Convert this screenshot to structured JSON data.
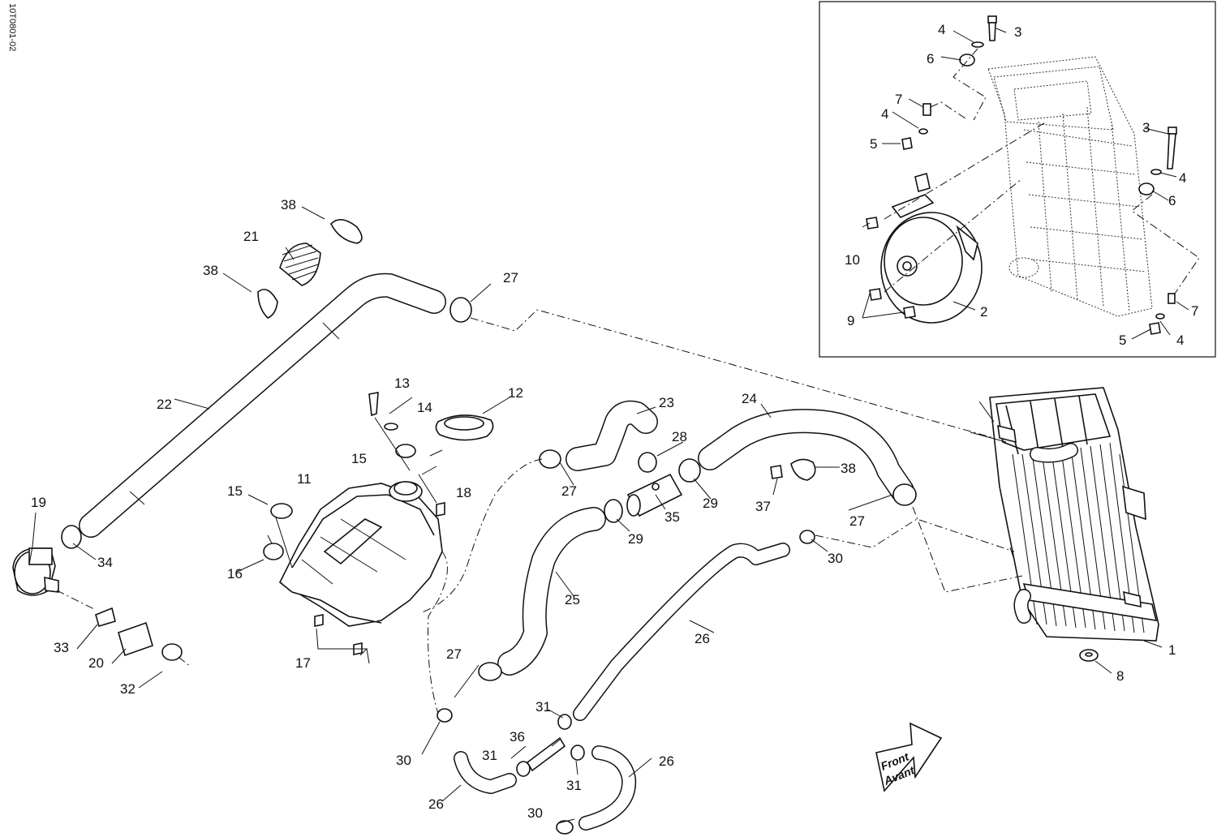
{
  "drawing_code": "10T0801-02",
  "front_arrow": {
    "line1": "Front",
    "line2": "Avant"
  },
  "callouts": {
    "c1": "1",
    "c2": "2",
    "c3": "3",
    "c4": "4",
    "c5": "5",
    "c6": "6",
    "c7": "7",
    "c8": "8",
    "c9": "9",
    "c10": "10",
    "c11": "11",
    "c12": "12",
    "c13": "13",
    "c14": "14",
    "c15": "15",
    "c16": "16",
    "c17": "17",
    "c18": "18",
    "c19": "19",
    "c20": "20",
    "c21": "21",
    "c22": "22",
    "c23": "23",
    "c24": "24",
    "c25": "25",
    "c26": "26",
    "c27": "27",
    "c28": "28",
    "c29": "29",
    "c30": "30",
    "c31": "31",
    "c32": "32",
    "c33": "33",
    "c34": "34",
    "c35": "35",
    "c36": "36",
    "c37": "37",
    "c38": "38"
  },
  "colors": {
    "ink": "#111111",
    "paper": "#ffffff"
  }
}
